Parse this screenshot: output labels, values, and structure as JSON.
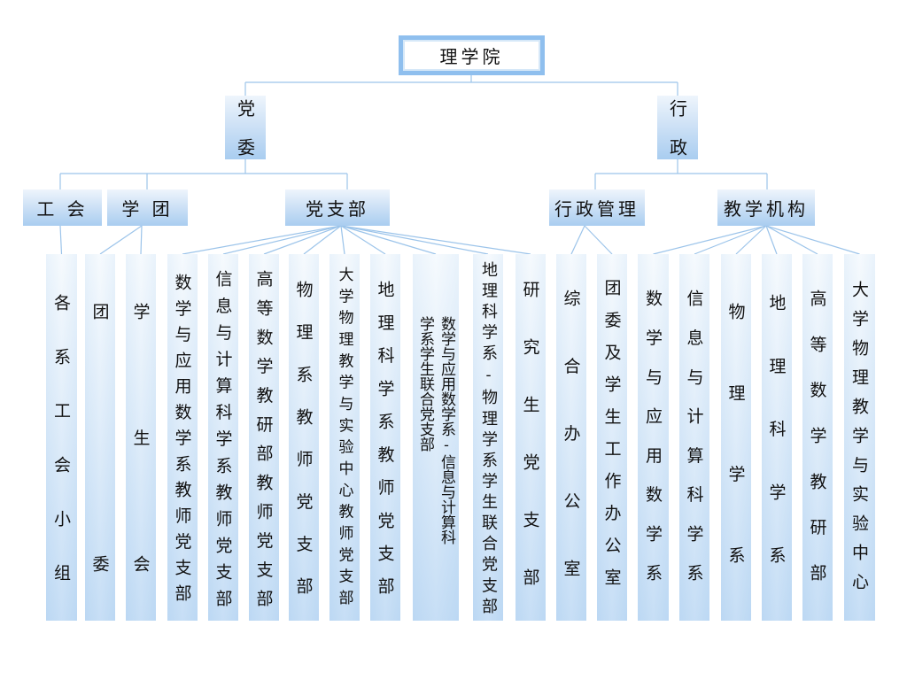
{
  "root": "理学院",
  "level2": [
    "党委",
    "行政"
  ],
  "level3": [
    "工 会",
    "学 团",
    "党支部",
    "行政管理",
    "教学机构"
  ],
  "units": [
    "各系工会小组",
    "团委",
    "学生会",
    "数学与应用数学系教师党支部",
    "信息与计算科学系教师党支部",
    "高等数学教研部教师党支部",
    "物理系教师党支部",
    "大学物理教学与实验中心教师党支部",
    "地理科学系教师党支部",
    "数学与应用数学系-信息与计算科学系学生联合党支部",
    "地理科学系-物理学系学生联合党支部",
    "研究生党支部",
    "综合办公室",
    "团委及学生工作办公室",
    "数学与应用数学系",
    "信息与计算科学系",
    "物理学系",
    "地理科学系",
    "高等数学教研部",
    "大学物理教学与实验中心"
  ],
  "colors": {
    "line": "#8dbbe6",
    "box": "#a9cdf0"
  }
}
